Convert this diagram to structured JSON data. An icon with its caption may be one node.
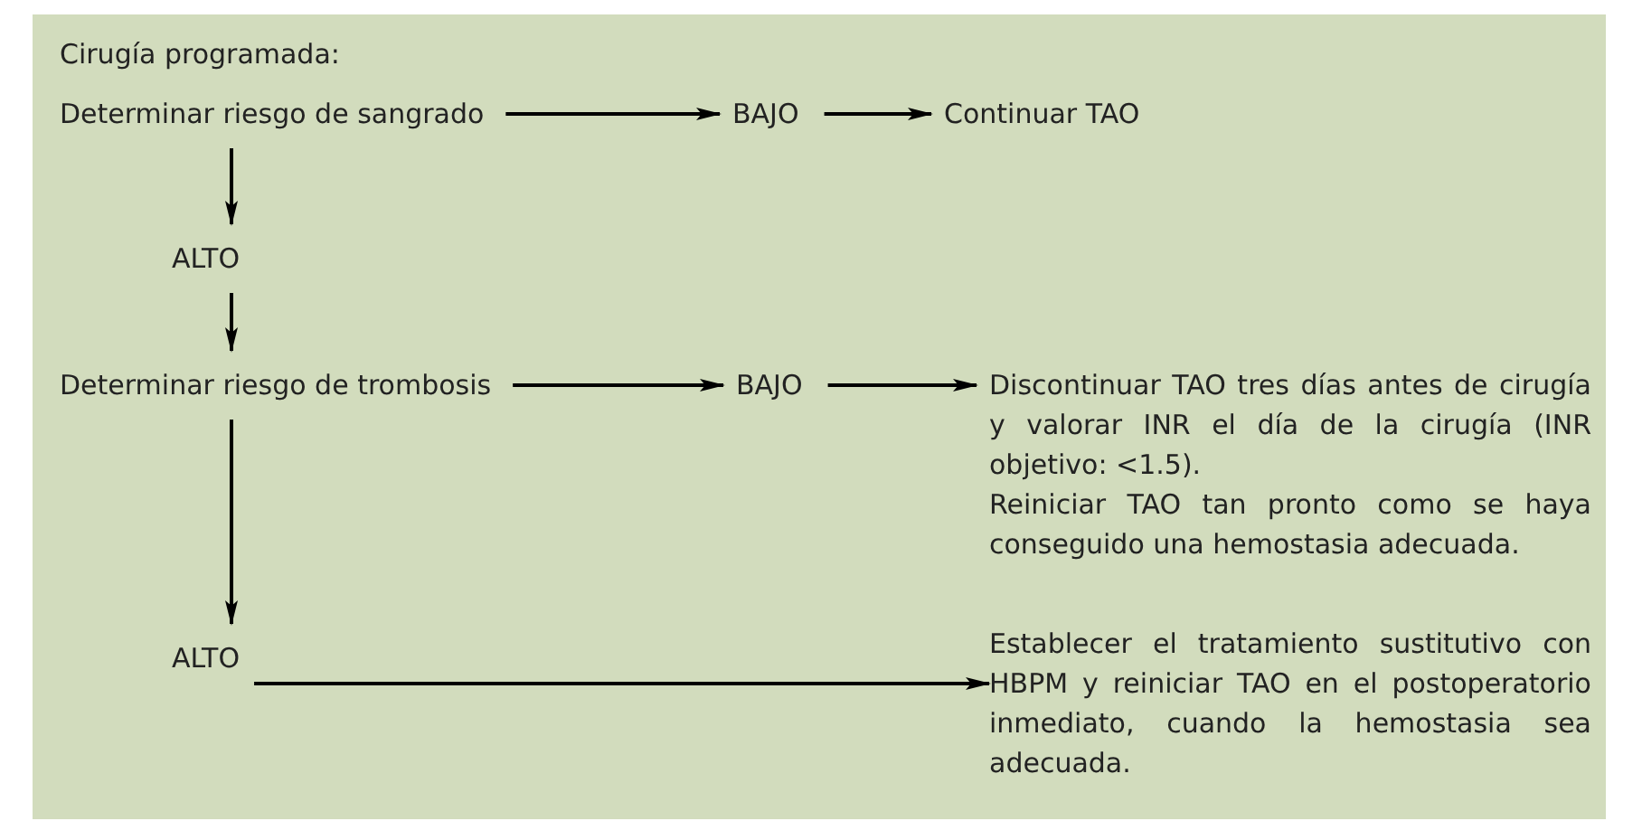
{
  "diagram": {
    "title": "Cirugía programada:",
    "nodes": [
      {
        "text": [
          "Determinar riesgo de sangrado"
        ]
      },
      {
        "text": [
          "BAJO"
        ]
      },
      {
        "text": [
          "Continuar TAO"
        ]
      },
      {
        "text": [
          "ALTO"
        ]
      },
      {
        "text": [
          "Determinar riesgo de trombosis"
        ]
      },
      {
        "text": [
          "BAJO"
        ]
      },
      {
        "text": [
          "Discontinuar TAO tres días antes de cirugía y valorar INR el día de la cirugía (INR objetivo: <1.5).",
          "Reiniciar TAO tan pronto como se haya conseguido una hemostasia adecuada."
        ]
      },
      {
        "text": [
          "ALTO"
        ]
      },
      {
        "text": [
          "Establecer el tratamiento sustitutivo con HBPM y reiniciar TAO en el postoperatorio inmediato, cuando la hemostasia sea adecuada."
        ]
      }
    ],
    "edges": [
      {
        "from": 0,
        "to": 1,
        "arrow": "to"
      },
      {
        "from": 1,
        "to": 2,
        "arrow": "to"
      },
      {
        "from": 0,
        "to": 3,
        "arrow": "to"
      },
      {
        "from": 3,
        "to": 4,
        "arrow": "to"
      },
      {
        "from": 4,
        "to": 5,
        "arrow": "to"
      },
      {
        "from": 5,
        "to": 6,
        "arrow": "to"
      },
      {
        "from": 4,
        "to": 7,
        "arrow": "to"
      },
      {
        "from": 7,
        "to": 8,
        "arrow": "to"
      }
    ]
  }
}
